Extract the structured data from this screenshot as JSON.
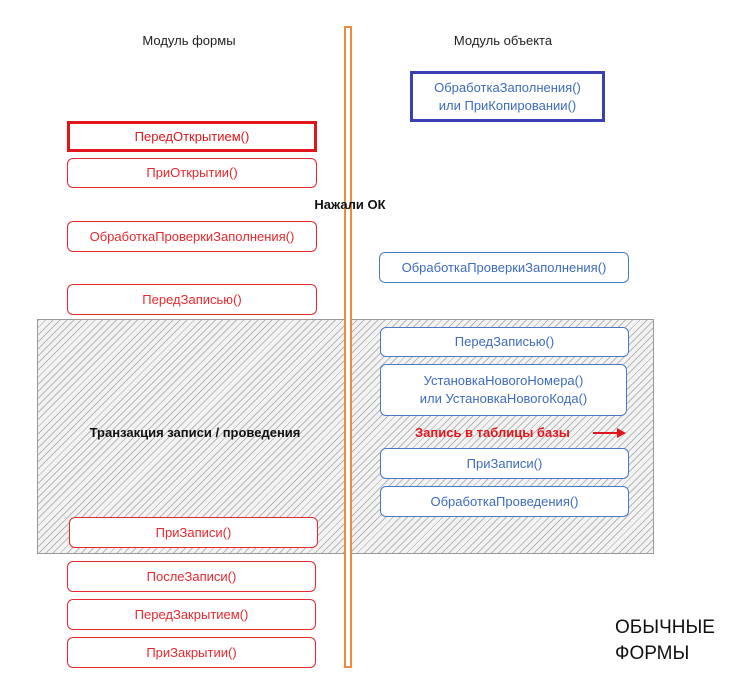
{
  "columns": {
    "form_module": "Модуль формы",
    "object_module": "Модуль объекта"
  },
  "form_events": {
    "before_open": "ПередОткрытием()",
    "on_open": "ПриОткрытии()",
    "fill_check": "ОбработкаПроверкиЗаполнения()",
    "before_write": "ПередЗаписью()",
    "on_write": "ПриЗаписи()",
    "after_write": "ПослеЗаписи()",
    "before_close": "ПередЗакрытием()",
    "on_close": "ПриЗакрытии()"
  },
  "object_events": {
    "fill_line1": "ОбработкаЗаполнения()",
    "fill_line2": "или ПриКопировании()",
    "fill_check": "ОбработкаПроверкиЗаполнения()",
    "before_write": "ПередЗаписью()",
    "new_number_line1": "УстановкаНовогоНомера()",
    "new_number_line2": "или УстановкаНовогоКода()",
    "on_write": "ПриЗаписи()",
    "posting": "ОбработкаПроведения()"
  },
  "labels": {
    "ok_pressed": "Нажали ОК",
    "transaction": "Транзакция записи / проведения",
    "write_to_tables": "Запись в таблицы базы",
    "footer_line1": "ОБЫЧНЫЕ",
    "footer_line2": "ФОРМЫ"
  },
  "colors": {
    "form_event": "#e8282f",
    "object_event": "#3d6bbd",
    "object_event_border": "#4b78c2",
    "divider": "#f08a3c",
    "transaction_border": "#9a9a9a"
  }
}
